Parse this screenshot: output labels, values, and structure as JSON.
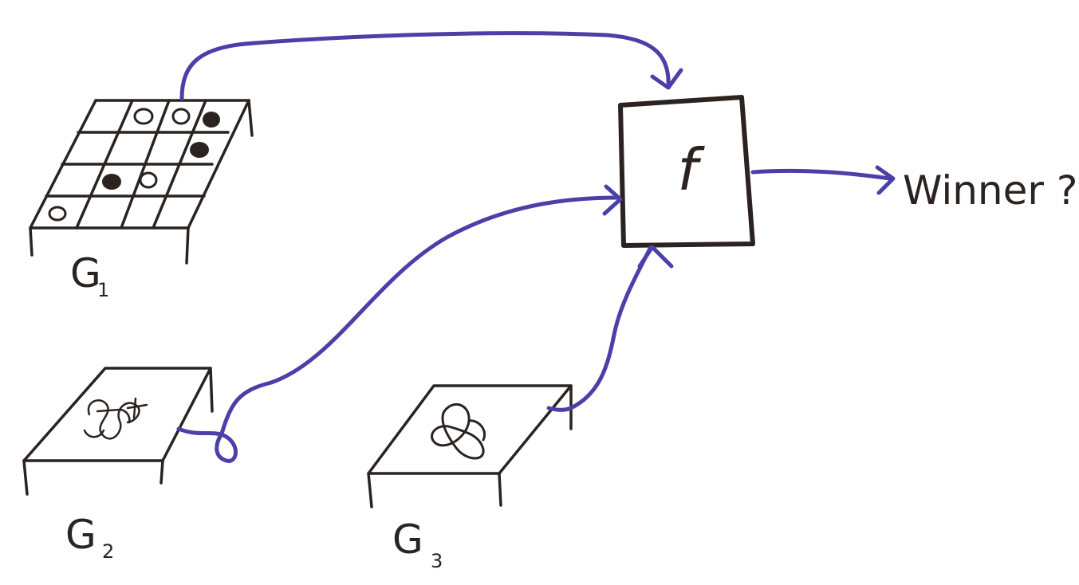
{
  "function_label": "f",
  "output_label": "Winner ?",
  "games": {
    "g1": {
      "letter": "G",
      "subscript": "1"
    },
    "g2": {
      "letter": "G",
      "subscript": "2"
    },
    "g3": {
      "letter": "G",
      "subscript": "3"
    }
  },
  "colors": {
    "ink": "#2a2320",
    "wire": "#4b3fa8",
    "paper": "#ffffff"
  }
}
